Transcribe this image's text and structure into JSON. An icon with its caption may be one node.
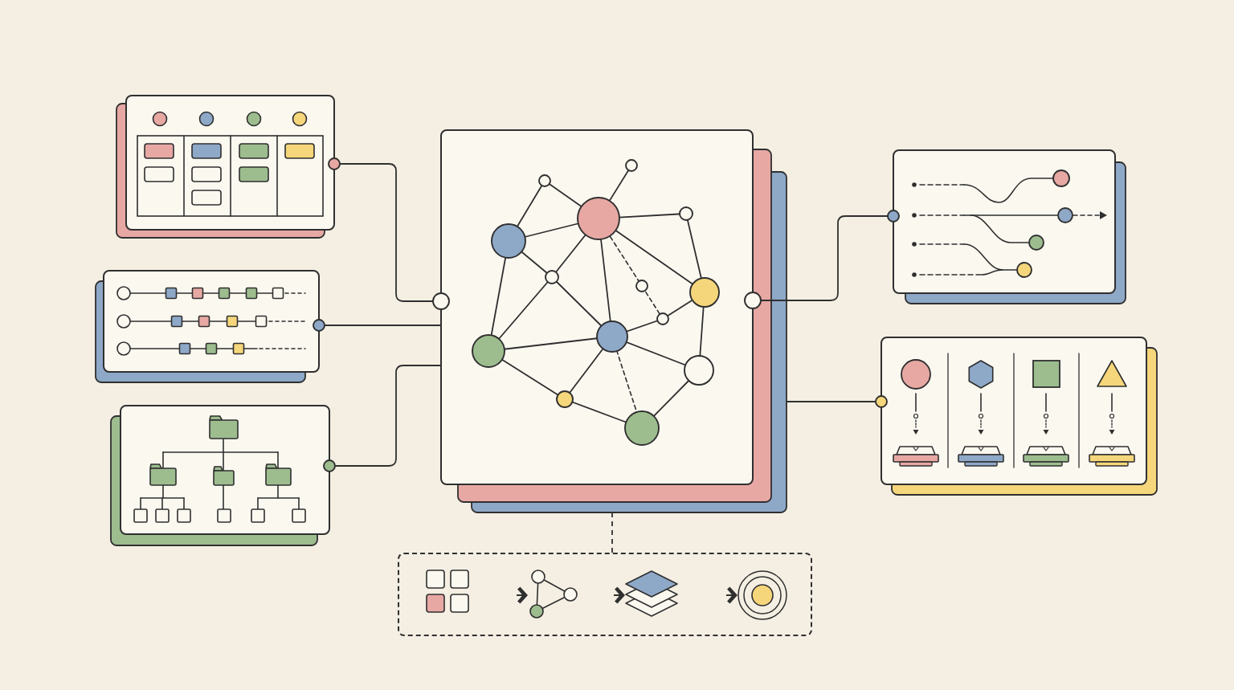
{
  "diagram": {
    "nodes": [
      {
        "text": [],
        "shape": "picture"
      },
      {
        "text": [],
        "shape": "picture"
      },
      {
        "text": [],
        "shape": "picture"
      },
      {
        "text": [],
        "shape": "picture"
      },
      {
        "text": [],
        "shape": "picture"
      },
      {
        "text": [],
        "shape": "picture"
      },
      {
        "text": [],
        "shape": "box"
      },
      {
        "text": [],
        "shape": "picture",
        "in": 6
      },
      {
        "text": [],
        "shape": "picture",
        "in": 6
      },
      {
        "text": [],
        "shape": "picture",
        "in": 6
      },
      {
        "text": [],
        "shape": "picture",
        "in": 6
      }
    ],
    "edges": [
      {
        "from": 0,
        "to": 3,
        "arrow": "other"
      },
      {
        "from": 1,
        "to": 3,
        "arrow": "other"
      },
      {
        "from": 2,
        "to": 3,
        "arrow": "other"
      },
      {
        "from": 3,
        "to": 4,
        "arrow": "other"
      },
      {
        "from": 3,
        "to": 5,
        "arrow": "other"
      },
      {
        "from": 3,
        "to": 6,
        "arrow": "none",
        "style": "dashed"
      },
      {
        "from": 7,
        "to": 8,
        "arrow": "to"
      },
      {
        "from": 8,
        "to": 9,
        "arrow": "to"
      },
      {
        "from": 9,
        "to": 10,
        "arrow": "to"
      }
    ]
  }
}
